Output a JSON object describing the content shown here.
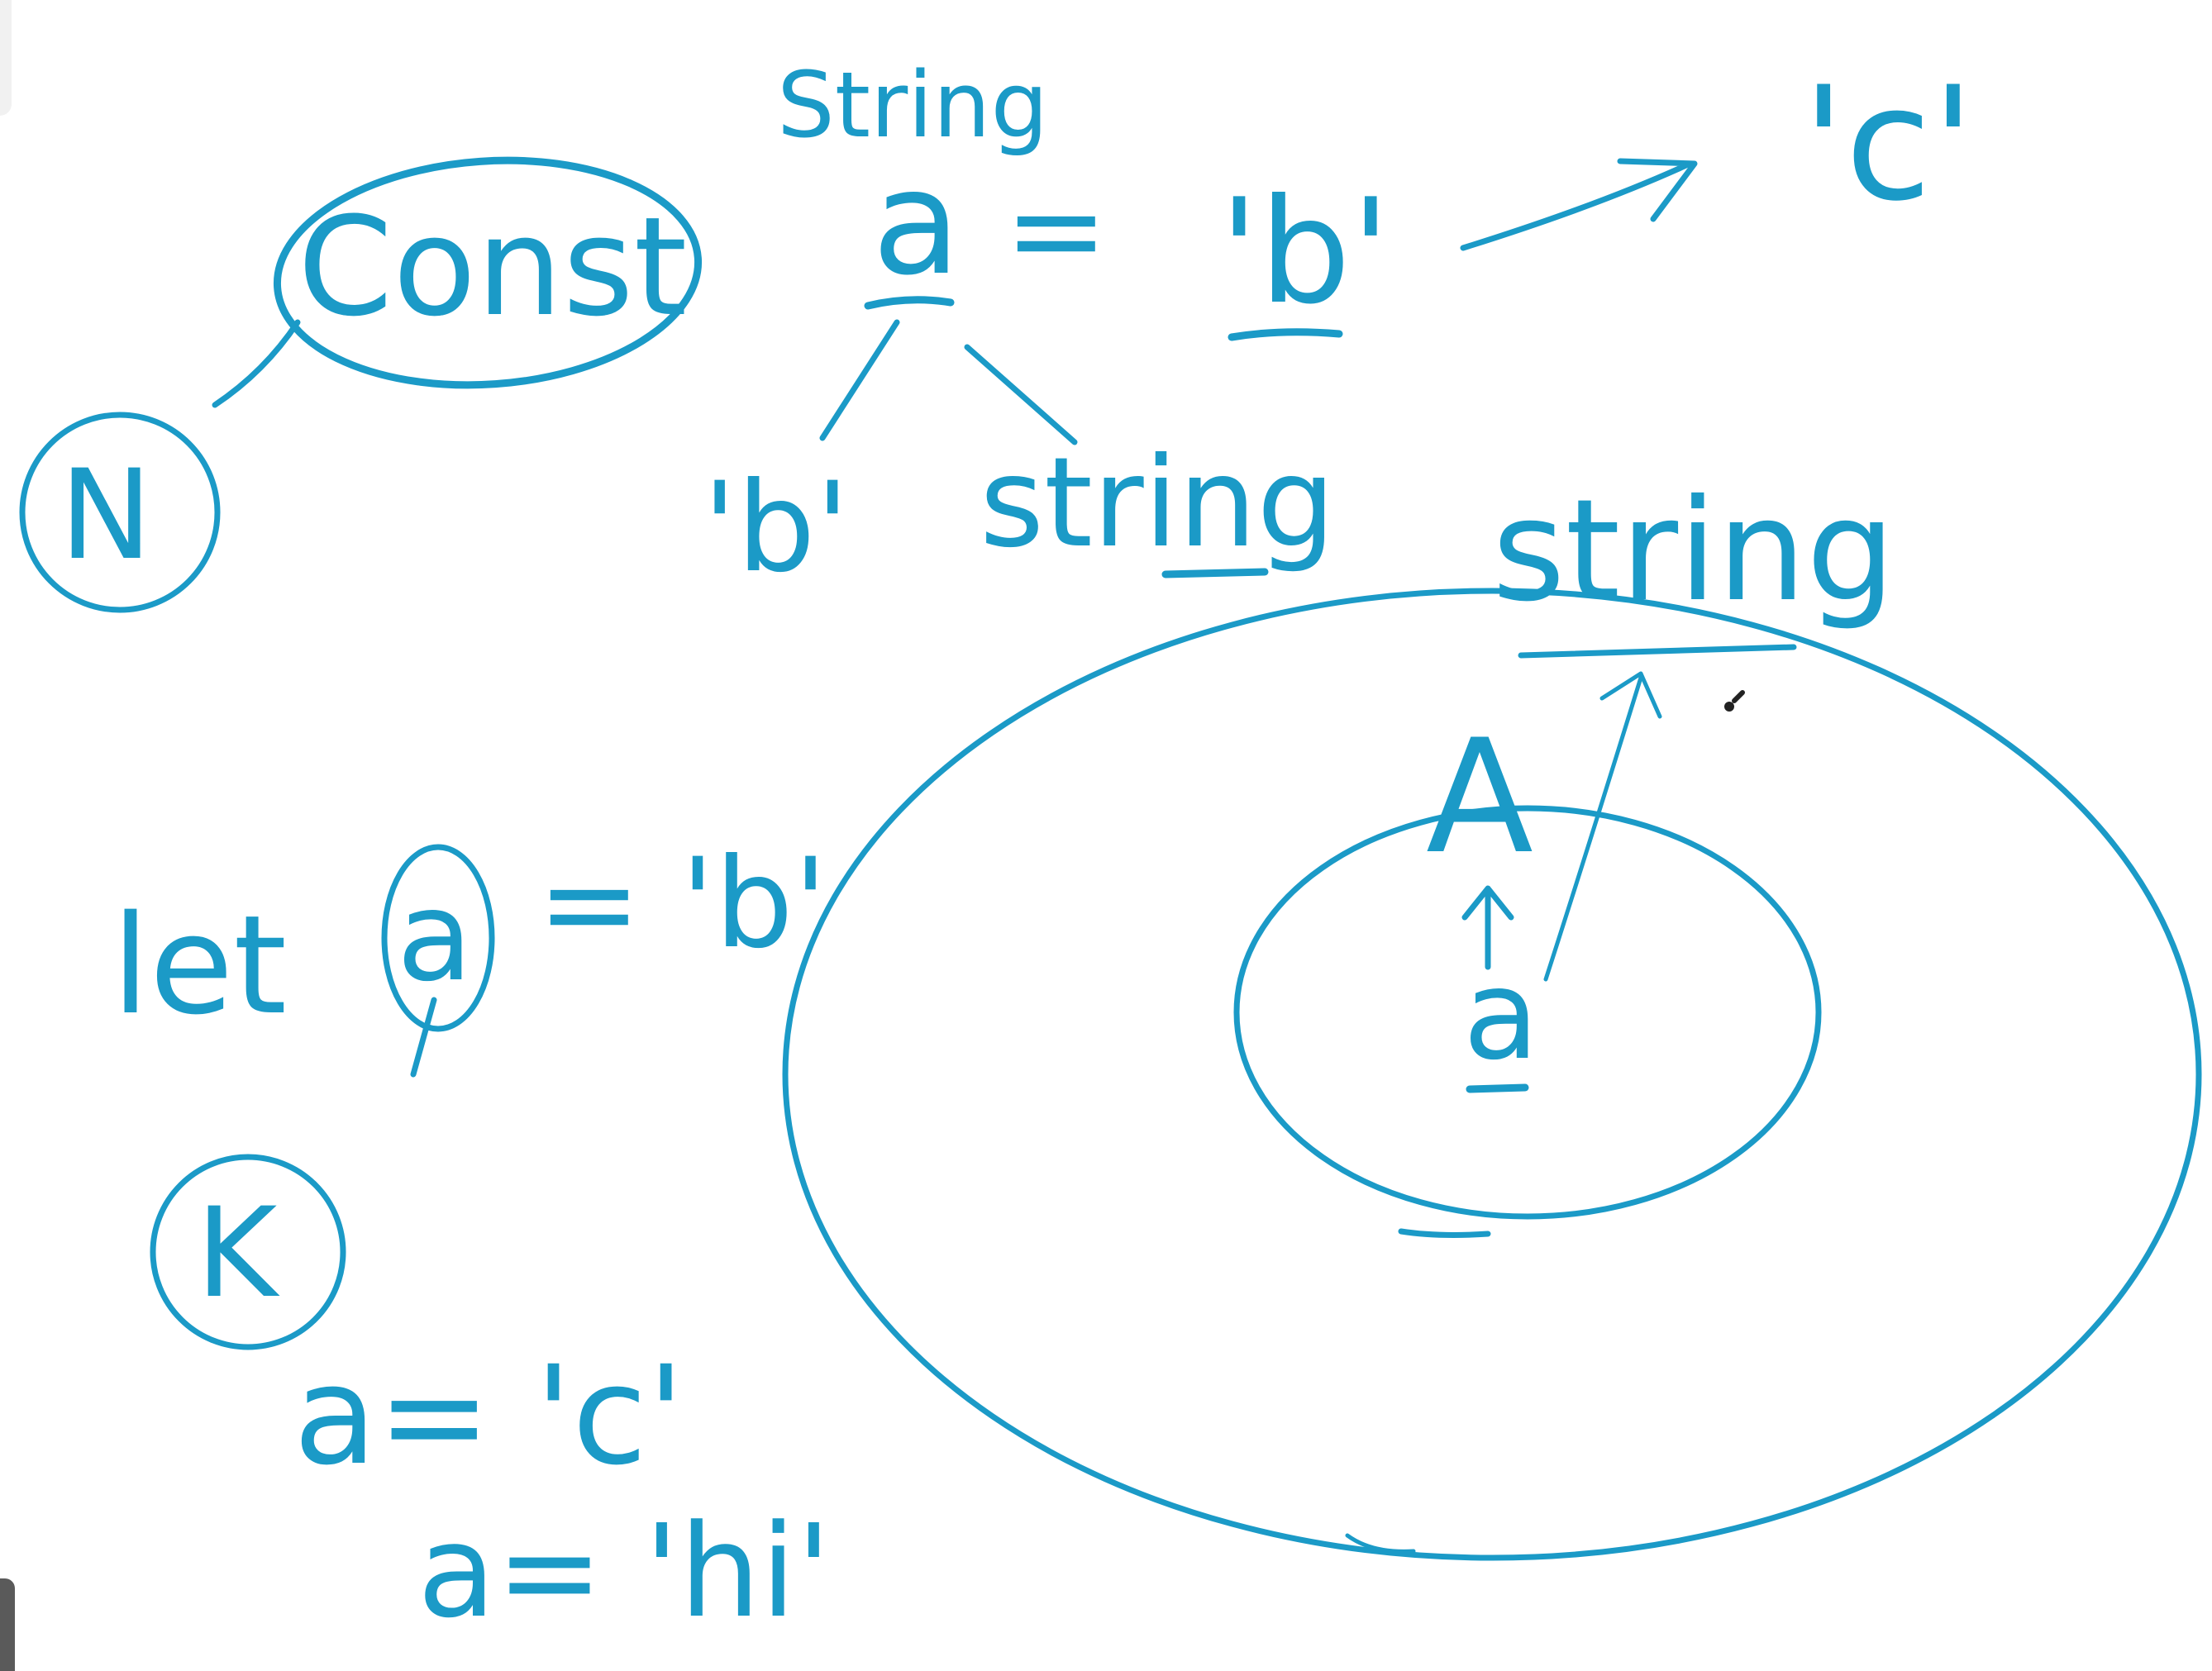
{
  "colors": {
    "ink": "#1b9ac7",
    "background": "#ffffff"
  },
  "labels": {
    "string_top": "String",
    "const": "Const",
    "a_main": "a",
    "equals_main": "=",
    "b_literal": "'b'",
    "c_literal": "'c'",
    "b_branch": "'b'",
    "string_branch": "string",
    "string_outer": "string",
    "big_a": "A",
    "a_inner": "a",
    "let_line": "let",
    "let_a": "a",
    "let_rest": "= 'b'",
    "line_c": "a= 'c'",
    "line_hi": "a= 'hi'",
    "circle_n": "N",
    "circle_k": "K"
  }
}
